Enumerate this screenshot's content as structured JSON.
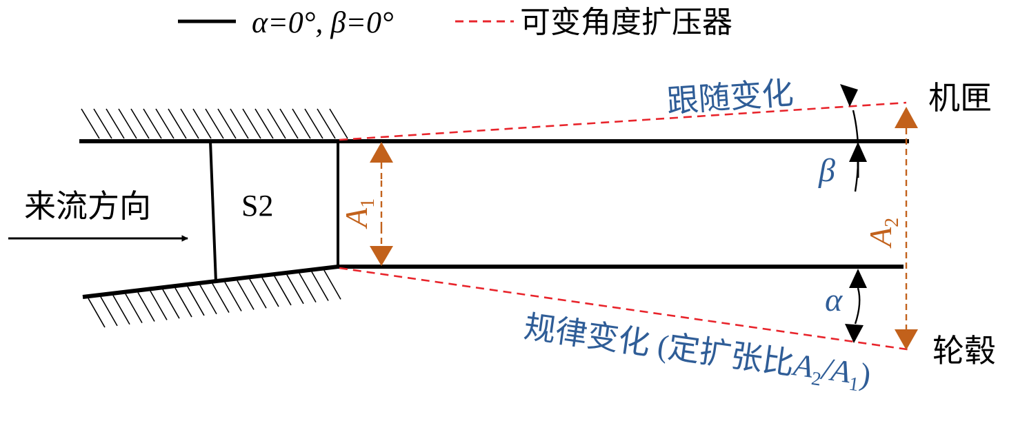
{
  "legend": {
    "solid_label": "α=0°, β=0°",
    "dashed_label": "可变角度扩压器"
  },
  "labels": {
    "shroud_rule": "跟随变化",
    "shroud": "机匣",
    "inflow": "来流方向",
    "s2": "S2",
    "beta": "β",
    "a1_letter": "A",
    "a1_sub": "1",
    "a2_letter": "A",
    "a2_sub": "2",
    "alpha": "α",
    "hub": "轮毂",
    "hub_rule_prefix": "规律变化 (定扩张比",
    "hub_rule_a2": "A",
    "hub_rule_a2_sub": "2",
    "hub_rule_slash": "/",
    "hub_rule_a1": "A",
    "hub_rule_a1_sub": "1",
    "hub_rule_suffix": ")"
  },
  "colors": {
    "wall": "#000000",
    "dashed": "#e8242b",
    "dimension": "#c2611b",
    "annotation_text": "#2f5d97"
  }
}
